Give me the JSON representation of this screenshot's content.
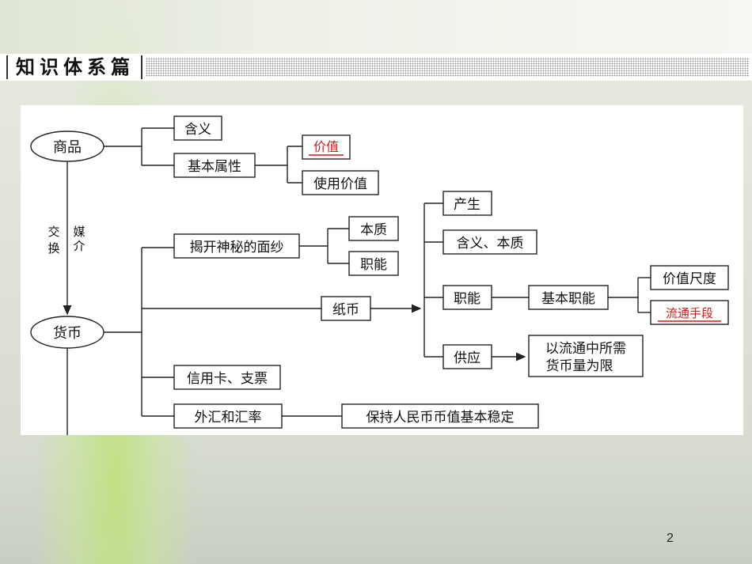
{
  "header": {
    "title": "知识体系篇"
  },
  "page_number": "2",
  "diagram": {
    "nodes": {
      "commodity": "商品",
      "meaning1": "含义",
      "basic_attr": "基本属性",
      "value": "价值",
      "use_value": "使用价值",
      "exchange_char1": "交",
      "exchange_char2": "换",
      "medium_char1": "媒",
      "medium_char2": "介",
      "currency": "货币",
      "unveil": "揭开神秘的面纱",
      "essence": "本质",
      "function1": "职能",
      "paper_money": "纸币",
      "origin": "产生",
      "meaning_essence": "含义、本质",
      "function2": "职能",
      "basic_function": "基本职能",
      "value_measure": "价值尺度",
      "circulation": "流通手段",
      "supply": "供应",
      "supply_limit_1": "以流通中所需",
      "supply_limit_2": "货币量为限",
      "credit_card": "信用卡、支票",
      "forex": "外汇和汇率",
      "stable_rmb": "保持人民币币值基本稳定"
    }
  }
}
